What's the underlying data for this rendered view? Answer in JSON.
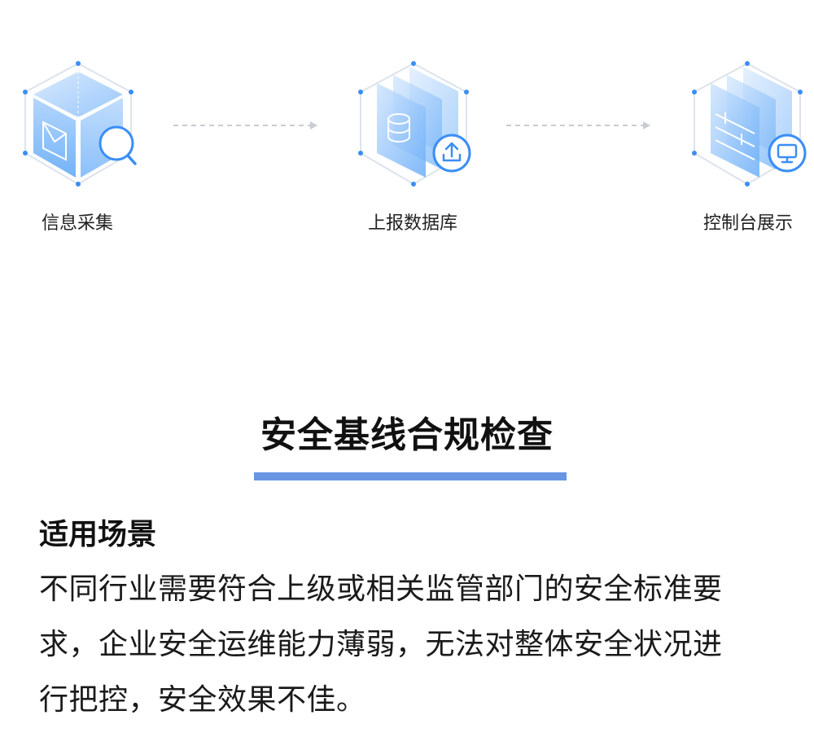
{
  "flow": {
    "steps": [
      {
        "label": "信息采集",
        "icon": "collection-cube-search-icon"
      },
      {
        "label": "上报数据库",
        "icon": "database-upload-icon"
      },
      {
        "label": "控制台展示",
        "icon": "console-monitor-icon"
      }
    ],
    "arrow_icon": "dashed-arrow-right-icon"
  },
  "section": {
    "title": "安全基线合规检查",
    "accent_color": "#6896e3"
  },
  "scenario": {
    "heading": "适用场景",
    "lines": [
      "不同行业需要符合上级或相关监管部门的安全标准要",
      "求，企业安全运维能力薄弱，无法对整体安全状况进",
      "行把控，安全效果不佳。"
    ]
  },
  "colors": {
    "icon_blue": "#3a8ef6",
    "icon_light": "#bcd9fb",
    "arrow_gray": "#c8ccd3"
  }
}
